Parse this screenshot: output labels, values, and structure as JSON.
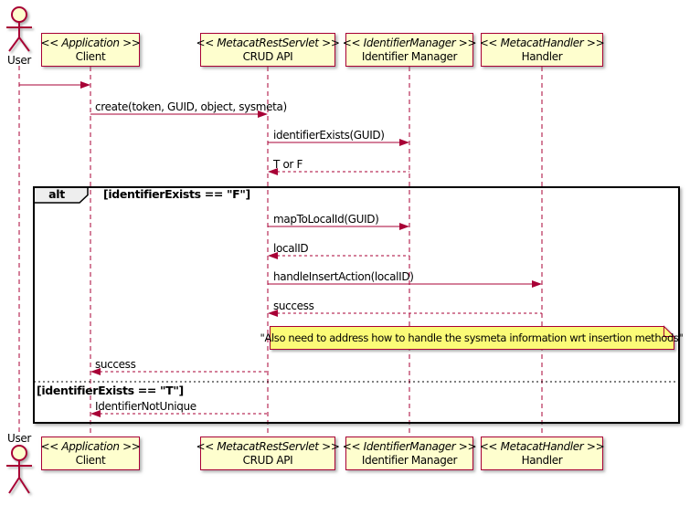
{
  "diagram_type": "uml-sequence",
  "actor": {
    "label": "User"
  },
  "participants": [
    {
      "stereotype": "<< Application >>",
      "name": "Client"
    },
    {
      "stereotype": "<< MetacatRestServlet >>",
      "name": "CRUD API"
    },
    {
      "stereotype": "<< IdentifierManager >>",
      "name": "Identifier Manager"
    },
    {
      "stereotype": "<< MetacatHandler >>",
      "name": "Handler"
    }
  ],
  "messages": [
    {
      "from": "User",
      "to": "Client",
      "label": "",
      "type": "solid"
    },
    {
      "from": "Client",
      "to": "CRUD API",
      "label": "create(token, GUID, object, sysmeta)",
      "type": "solid"
    },
    {
      "from": "CRUD API",
      "to": "Identifier Manager",
      "label": "identifierExists(GUID)",
      "type": "solid"
    },
    {
      "from": "Identifier Manager",
      "to": "CRUD API",
      "label": "T or F",
      "type": "dashed-return"
    },
    {
      "from": "CRUD API",
      "to": "Identifier Manager",
      "label": "mapToLocalId(GUID)",
      "type": "solid"
    },
    {
      "from": "Identifier Manager",
      "to": "CRUD API",
      "label": "localID",
      "type": "dashed-return"
    },
    {
      "from": "CRUD API",
      "to": "Handler",
      "label": "handleInsertAction(localID)",
      "type": "solid"
    },
    {
      "from": "Handler",
      "to": "CRUD API",
      "label": "success",
      "type": "dashed-return"
    },
    {
      "from": "CRUD API",
      "to": "Client",
      "label": "success",
      "type": "dashed-return"
    },
    {
      "from": "CRUD API",
      "to": "Client",
      "label": "IdentifierNotUnique",
      "type": "dashed-return"
    }
  ],
  "alt": {
    "operator": "alt",
    "guards": [
      "[identifierExists == \"F\"]",
      "[identifierExists == \"T\"]"
    ]
  },
  "note": {
    "text": "\"Also need to address how to handle the sysmeta information wrt insertion methods\""
  },
  "colors": {
    "line": "#A80036",
    "participant_fill": "#FEFECE",
    "note_fill": "#FBFB77",
    "frame_border": "#000000",
    "alt_header_fill": "#EEEEEE",
    "background": "#FFFFFF"
  }
}
